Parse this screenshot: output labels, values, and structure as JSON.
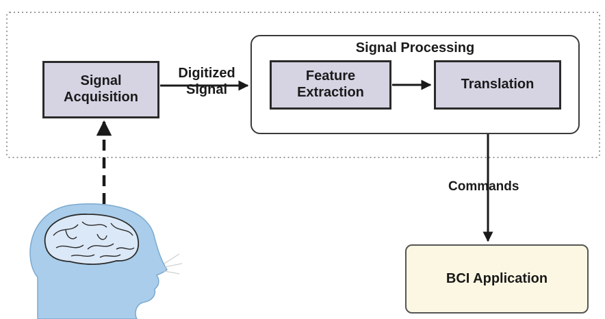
{
  "diagram": {
    "blocks": {
      "signal_acquisition": "Signal\nAcquisition",
      "feature_extraction": "Feature\nExtraction",
      "translation": "Translation",
      "bci_application": "BCI Application"
    },
    "group": {
      "title": "Signal Processing"
    },
    "edge_labels": {
      "digitized_signal": "Digitized\nSignal",
      "commands": "Commands"
    },
    "colors": {
      "block_fill": "#d6d3e3",
      "application_fill": "#fbf7e2",
      "head_fill": "#a9cdea",
      "brain_fill": "#dbe8f7",
      "lines": "#2a2a2a"
    }
  }
}
